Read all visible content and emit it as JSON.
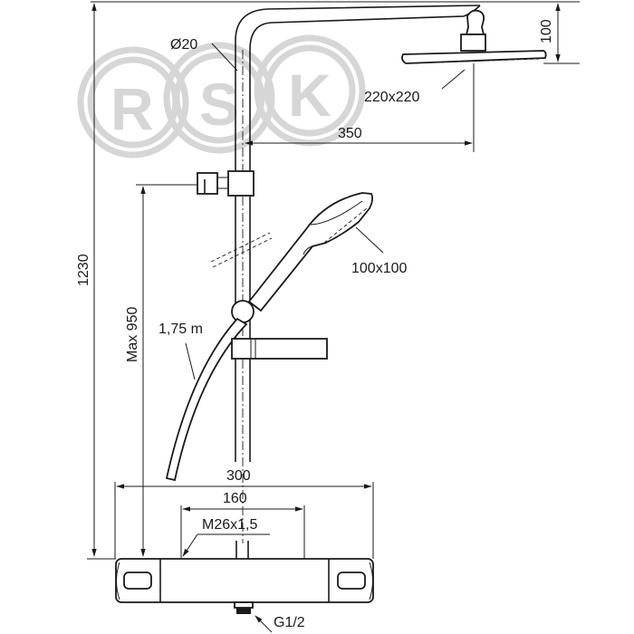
{
  "watermark": {
    "letters": [
      "R",
      "S",
      "K"
    ],
    "color": "#d6d6d6"
  },
  "dimensions": {
    "pipe_diameter": "Ø20",
    "head_shower_size": "220x220",
    "head_shower_height": "100",
    "arm_projection": "350",
    "total_height": "1230",
    "max_holder_height": "Max 950",
    "hose_length": "1,75 m",
    "hand_shower_size": "100x100",
    "mixer_width": "300",
    "inlet_spacing": "160",
    "connection_thread": "M26x1,5",
    "outlet_thread": "G1/2"
  },
  "colors": {
    "line": "#1a1a1a",
    "background": "#ffffff"
  }
}
